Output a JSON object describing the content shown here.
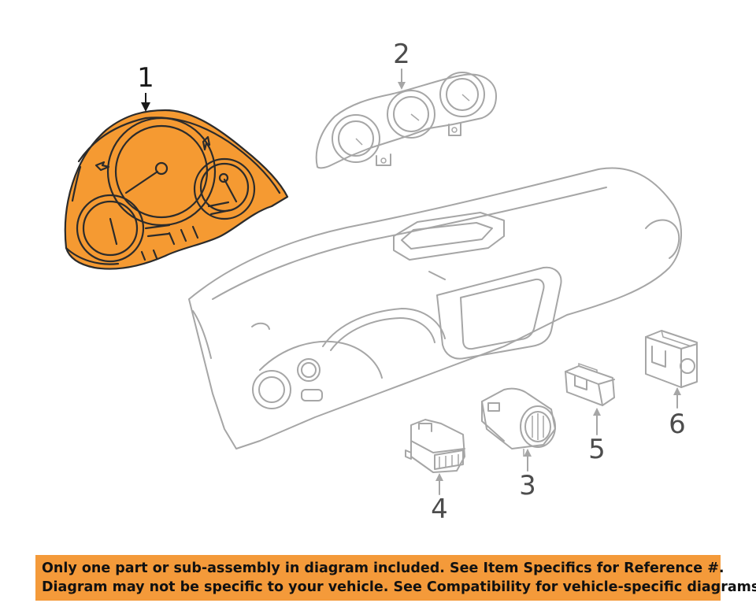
{
  "callouts": {
    "c1": "1",
    "c2": "2",
    "c3": "3",
    "c4": "4",
    "c5": "5",
    "c6": "6"
  },
  "highlight_color": "#f59a32",
  "line_color": "#a6a6a6",
  "notice": {
    "line1": "Only one part or sub-assembly in diagram included. See Item Specifics for Reference #.",
    "line2": "Diagram may not be specific to your vehicle. See Compatibility for vehicle-specific diagrams."
  }
}
